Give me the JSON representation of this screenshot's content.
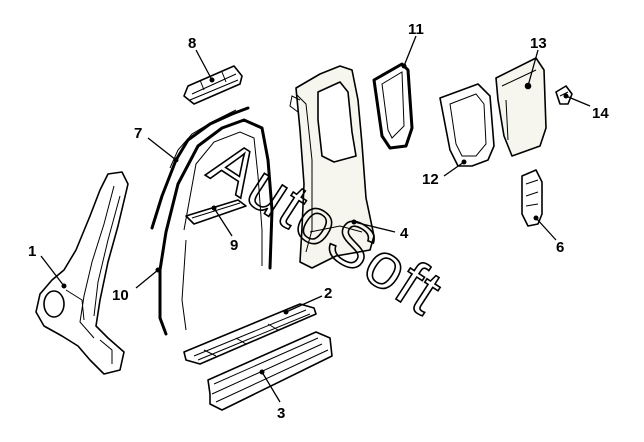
{
  "watermark": {
    "text": "AutoSoft"
  },
  "callouts": [
    {
      "id": "1",
      "label": "1"
    },
    {
      "id": "2",
      "label": "2"
    },
    {
      "id": "3",
      "label": "3"
    },
    {
      "id": "4",
      "label": "4"
    },
    {
      "id": "6",
      "label": "6"
    },
    {
      "id": "7",
      "label": "7"
    },
    {
      "id": "8",
      "label": "8"
    },
    {
      "id": "9",
      "label": "9"
    },
    {
      "id": "10",
      "label": "10"
    },
    {
      "id": "11",
      "label": "11"
    },
    {
      "id": "12",
      "label": "12"
    },
    {
      "id": "13",
      "label": "13"
    },
    {
      "id": "14",
      "label": "14"
    }
  ]
}
